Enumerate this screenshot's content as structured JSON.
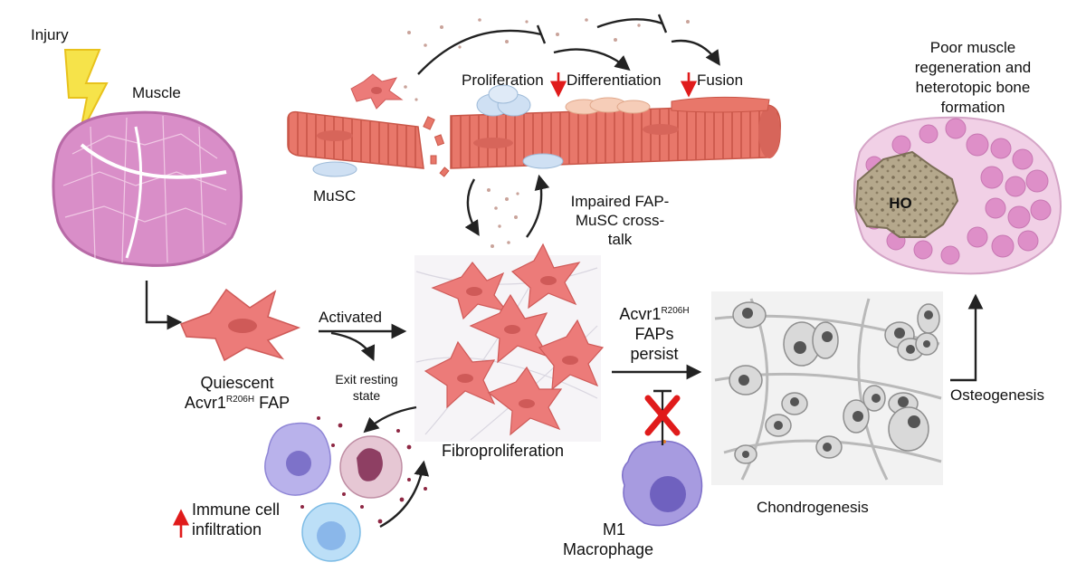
{
  "labels": {
    "injury": "Injury",
    "muscle": "Muscle",
    "musc": "MuSC",
    "proliferation": "Proliferation",
    "differentiation": "Differentiation",
    "fusion": "Fusion",
    "crosstalk_1": "Impaired FAP-",
    "crosstalk_2": "MuSC cross-",
    "crosstalk_3": "talk",
    "activated": "Activated",
    "exit_1": "Exit resting",
    "exit_2": "state",
    "quiescent": "Quiescent",
    "acvr1": "Acvr1",
    "r206h": "R206H",
    "fap": "FAP",
    "fibroproliferation": "Fibroproliferation",
    "persist_1": "FAPs",
    "persist_2": "persist",
    "m1_1": "M1",
    "m1_2": "Macrophage",
    "immune_1": "Immune cell",
    "immune_2": "infiltration",
    "chondrogenesis": "Chondrogenesis",
    "osteogenesis": "Osteogenesis",
    "outcome_1": "Poor muscle",
    "outcome_2": "regeneration and",
    "outcome_3": "heterotopic bone",
    "outcome_4": "formation",
    "ho": "HO"
  },
  "colors": {
    "muscle_pink": "#d98ec8",
    "fiber_red": "#e8776a",
    "fap_red": "#ec7b79",
    "bone_tan": "#b5a88c",
    "arrow_red": "#e01b1b",
    "macrophage_purple": "#a79be0",
    "cartilage_gray": "#d9d9d9"
  }
}
